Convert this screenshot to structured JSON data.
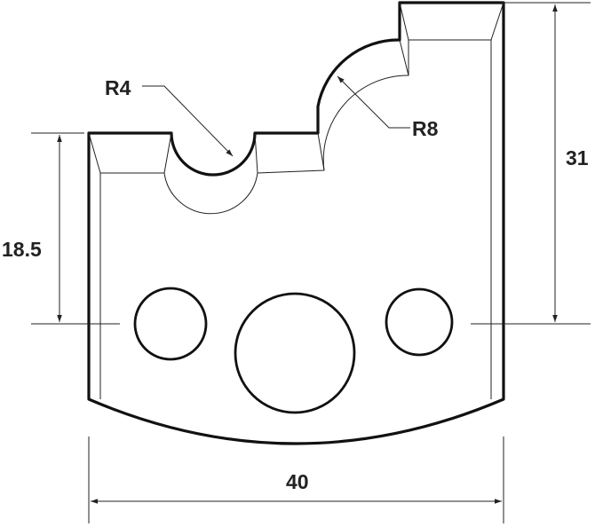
{
  "labels": {
    "radius_small": "R4",
    "radius_large": "R8",
    "height_total": "31",
    "height_partial": "18.5",
    "width": "40"
  }
}
